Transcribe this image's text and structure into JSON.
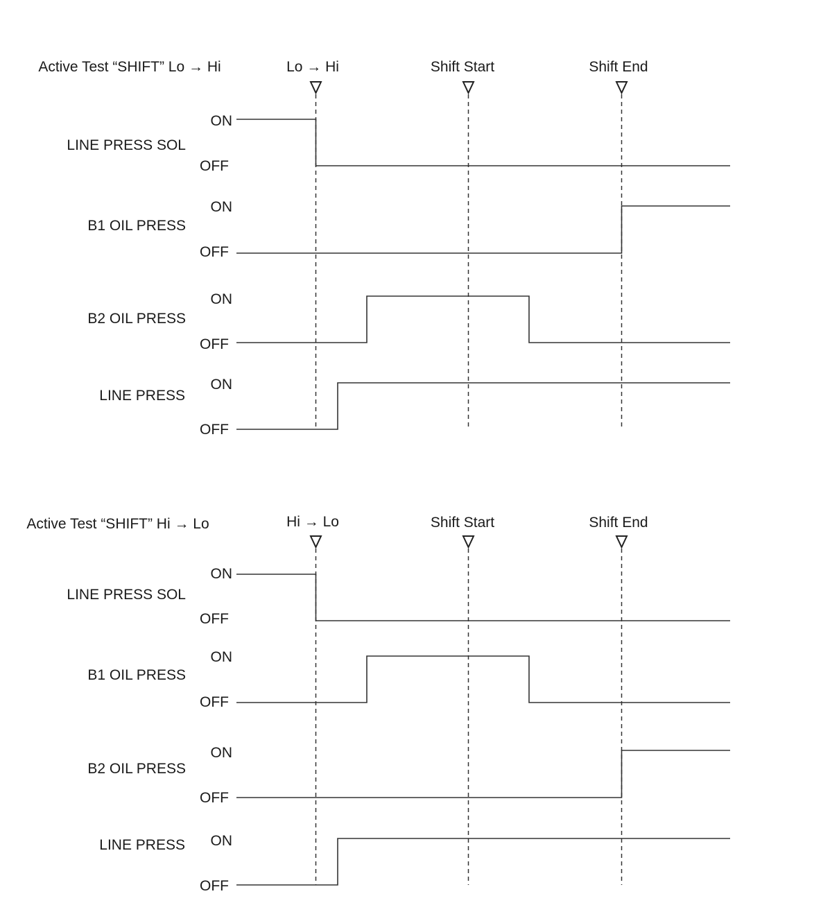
{
  "diagrams": [
    {
      "title": "Active Test “SHIFT” Lo → Hi",
      "markers": [
        {
          "id": "trigger",
          "label": "Lo → Hi"
        },
        {
          "id": "start",
          "label": "Shift Start"
        },
        {
          "id": "end",
          "label": "Shift End"
        }
      ],
      "signals": [
        {
          "name": "LINE PRESS SOL",
          "on_label": "ON",
          "off_label": "OFF",
          "initial": "ON",
          "changes": [
            {
              "at": "trigger",
              "to": "OFF"
            }
          ]
        },
        {
          "name": "B1 OIL PRESS",
          "on_label": "ON",
          "off_label": "OFF",
          "initial": "OFF",
          "changes": [
            {
              "at": "end",
              "to": "ON"
            }
          ]
        },
        {
          "name": "B2 OIL PRESS",
          "on_label": "ON",
          "off_label": "OFF",
          "initial": "OFF",
          "changes": [
            {
              "at": "after_trigger_long",
              "to": "ON"
            },
            {
              "at": "before_end",
              "to": "OFF"
            }
          ]
        },
        {
          "name": "LINE PRESS",
          "on_label": "ON",
          "off_label": "OFF",
          "initial": "OFF",
          "changes": [
            {
              "at": "after_trigger_short",
              "to": "ON"
            }
          ]
        }
      ]
    },
    {
      "title": "Active Test “SHIFT” Hi → Lo",
      "markers": [
        {
          "id": "trigger",
          "label": "Hi → Lo"
        },
        {
          "id": "start",
          "label": "Shift Start"
        },
        {
          "id": "end",
          "label": "Shift End"
        }
      ],
      "signals": [
        {
          "name": "LINE PRESS SOL",
          "on_label": "ON",
          "off_label": "OFF",
          "initial": "ON",
          "changes": [
            {
              "at": "trigger",
              "to": "OFF"
            }
          ]
        },
        {
          "name": "B1 OIL PRESS",
          "on_label": "ON",
          "off_label": "OFF",
          "initial": "OFF",
          "changes": [
            {
              "at": "after_trigger_long",
              "to": "ON"
            },
            {
              "at": "before_end",
              "to": "OFF"
            }
          ]
        },
        {
          "name": "B2 OIL PRESS",
          "on_label": "ON",
          "off_label": "OFF",
          "initial": "OFF",
          "changes": [
            {
              "at": "end",
              "to": "ON"
            }
          ]
        },
        {
          "name": "LINE PRESS",
          "on_label": "ON",
          "off_label": "OFF",
          "initial": "OFF",
          "changes": [
            {
              "at": "after_trigger_short",
              "to": "ON"
            }
          ]
        }
      ]
    }
  ]
}
